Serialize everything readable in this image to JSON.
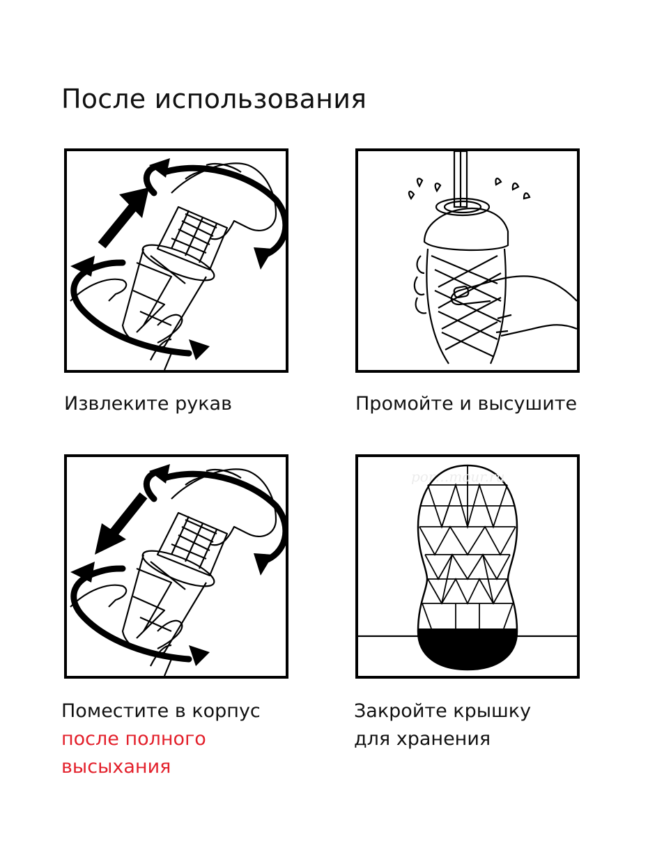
{
  "heading": "После использования",
  "steps": [
    {
      "caption": [
        "Извлеките рукав"
      ]
    },
    {
      "caption": [
        "Промойте и высушите"
      ]
    },
    {
      "caption": [
        "Поместите в корпус"
      ],
      "caption_accent": [
        "после полного",
        "высыхания"
      ]
    },
    {
      "caption": [
        "Закройте крышку",
        "для хранения"
      ]
    }
  ],
  "watermark": "por…mour.ru",
  "colors": {
    "text": "#111111",
    "accent": "#e3202b",
    "line": "#000000"
  }
}
